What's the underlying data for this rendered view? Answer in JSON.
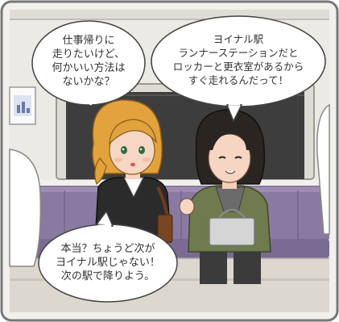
{
  "bubbles": {
    "woman": {
      "line1": "仕事帰りに",
      "line2": "走りたいけど、",
      "line3": "何かいい方法は",
      "line4": "ないかな？"
    },
    "man": {
      "line1": "ヨイナル駅",
      "line2": "ランナーステーションだと",
      "line3": "ロッカーと更衣室があるから",
      "line4": "すぐ走れるんだって！"
    },
    "reply": {
      "line1": "本当？ちょうど次が",
      "line2": "ヨイナル駅じゃない！",
      "line3": "次の駅で降りよう。"
    }
  }
}
